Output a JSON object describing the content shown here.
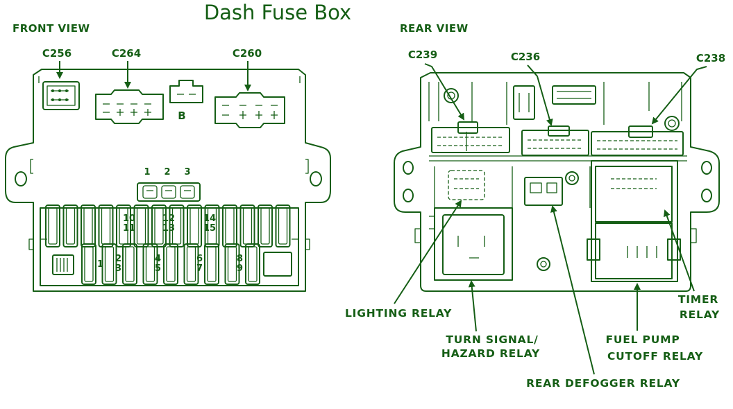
{
  "title": "Dash Fuse Box",
  "front_view": {
    "label": "FRONT VIEW",
    "connectors": {
      "c256": "C256",
      "c264": "C264",
      "c260": "C260"
    },
    "connector_b": "B",
    "relay_pins": [
      "1",
      "2",
      "3"
    ],
    "fuse_numbers": [
      "1",
      "2",
      "3",
      "4",
      "5",
      "6",
      "7",
      "8",
      "9",
      "10",
      "11",
      "12",
      "13",
      "14",
      "15"
    ]
  },
  "rear_view": {
    "label": "REAR VIEW",
    "connectors": {
      "c239": "C239",
      "c236": "C236",
      "c238": "C238"
    },
    "relays": {
      "lighting": "LIGHTING RELAY",
      "turn_signal_line1": "TURN SIGNAL/",
      "turn_signal_line2": "HAZARD RELAY",
      "rear_defogger": "REAR DEFOGGER RELAY",
      "fuel_pump_line1": "FUEL PUMP",
      "fuel_pump_line2": "CUTOFF RELAY",
      "timer_line1": "TIMER",
      "timer_line2": "RELAY"
    }
  }
}
